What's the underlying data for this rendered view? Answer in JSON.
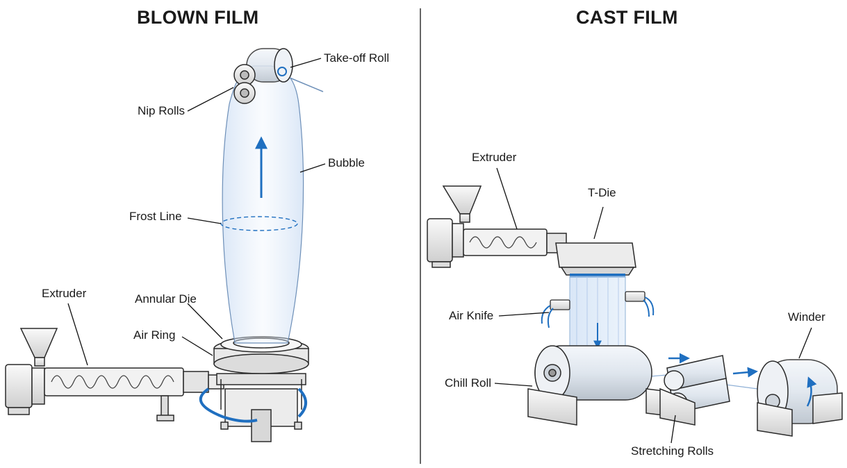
{
  "blown": {
    "title": "BLOWN FILM",
    "labels": {
      "take_off_roll": "Take-off Roll",
      "nip_rolls": "Nip Rolls",
      "bubble": "Bubble",
      "frost_line": "Frost Line",
      "extruder": "Extruder",
      "annular_die": "Annular Die",
      "air_ring": "Air Ring"
    }
  },
  "cast": {
    "title": "CAST FILM",
    "labels": {
      "extruder": "Extruder",
      "t_die": "T-Die",
      "air_knife": "Air Knife",
      "winder": "Winder",
      "chill_roll": "Chill Roll",
      "stretching_rolls": "Stretching Rolls"
    }
  },
  "colors": {
    "accent": "#1f6fc0",
    "film": "#cfe0f5",
    "metal": "#e6e6e6",
    "line": "#2a2a2a"
  }
}
